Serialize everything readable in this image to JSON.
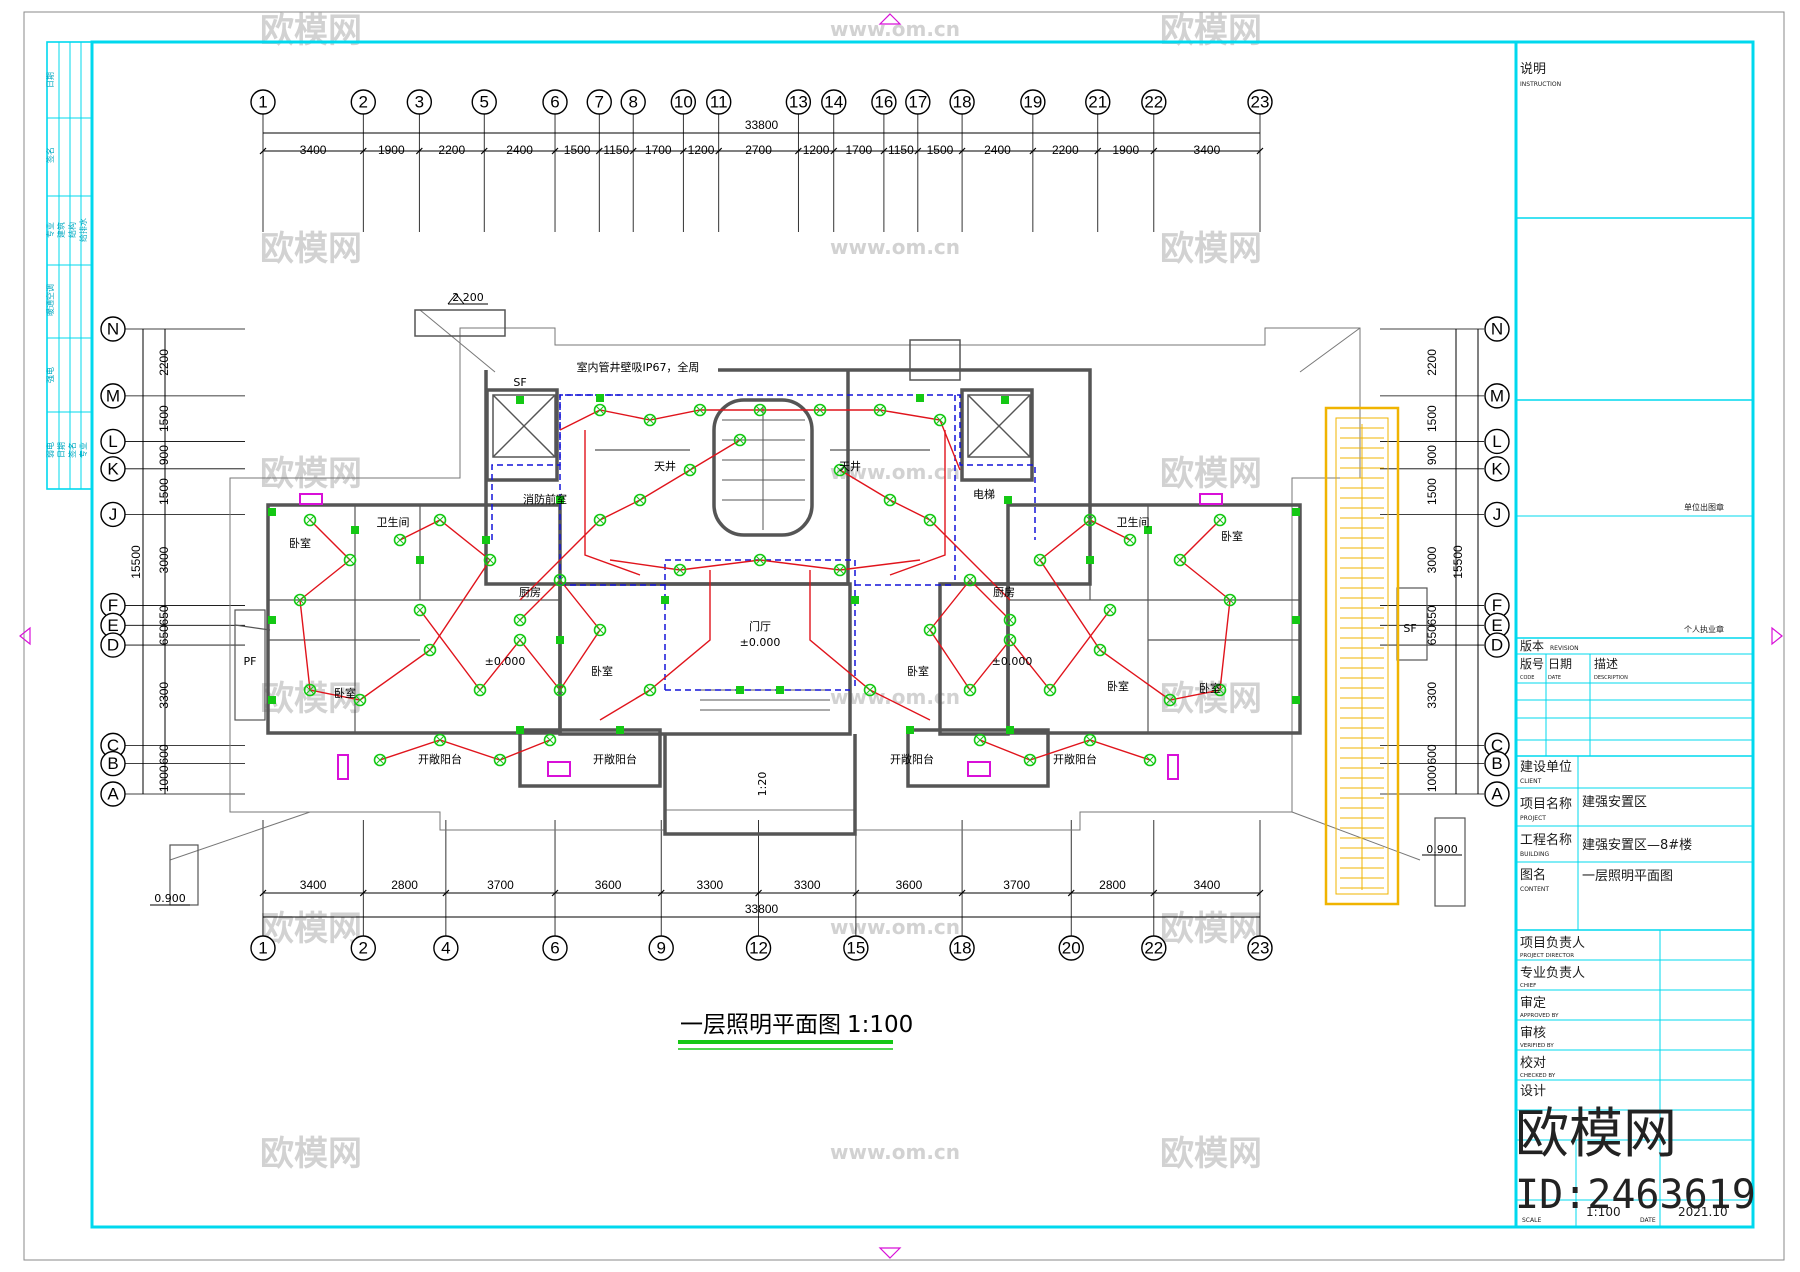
{
  "drawing": {
    "title": "一层照明平面图",
    "scale": "1:100",
    "total_dimension_top": "33800",
    "total_dimension_bottom": "33800"
  },
  "axes_top": [
    "1",
    "2",
    "3",
    "5",
    "6",
    "7",
    "8",
    "10",
    "11",
    "13",
    "14",
    "16",
    "17",
    "18",
    "19",
    "21",
    "22",
    "23"
  ],
  "axes_bottom": [
    "1",
    "2",
    "4",
    "6",
    "9",
    "12",
    "15",
    "18",
    "20",
    "22",
    "23"
  ],
  "axes_left": [
    "N",
    "M",
    "L",
    "K",
    "J",
    "F",
    "E",
    "D",
    "C",
    "B",
    "A"
  ],
  "axes_right": [
    "N",
    "M",
    "L",
    "K",
    "J",
    "F",
    "E",
    "D",
    "C",
    "B",
    "A"
  ],
  "dims_top": [
    "3400",
    "1900",
    "2200",
    "2400",
    "1500",
    "1150",
    "1700",
    "1200",
    "2700",
    "1200",
    "1700",
    "1150",
    "1500",
    "2400",
    "2200",
    "1900",
    "3400"
  ],
  "dims_bottom": [
    "3400",
    "2800",
    "3700",
    "3600",
    "3300",
    "3300",
    "3600",
    "3700",
    "2800",
    "3400"
  ],
  "dims_left": [
    "2200",
    "1500",
    "900",
    "1500",
    "3000",
    "650",
    "650",
    "3300",
    "600",
    "1000"
  ],
  "dims_left_total": "15500",
  "dims_right": [
    "2200",
    "1500",
    "900",
    "1500",
    "3000",
    "650",
    "650",
    "3300",
    "600",
    "1000"
  ],
  "dims_right_total": "15500",
  "levels": {
    "top_left": "2.200",
    "bottom_left": "0.900",
    "bottom_right": "0.900",
    "floor_left": "±0.000",
    "floor_center": "±0.000",
    "floor_right": "±0.000"
  },
  "rooms": {
    "bedroom": "卧室",
    "kitchen": "厨房",
    "balcony": "开敞阳台",
    "toilet": "卫生间",
    "hall": "门厅",
    "shaft": "天井",
    "fire_room": "消防前室",
    "elevator_room": "电梯",
    "note_top": "室内管井壁吸IP67，全周",
    "ramp": "1:20",
    "sf": "SF",
    "pf": "PF"
  },
  "left_strip": {
    "labels": [
      "日期",
      "签名",
      "专业",
      "建筑",
      "结构",
      "给排水",
      "暖通空调",
      "强电",
      "弱电",
      "日期",
      "签名",
      "专业"
    ]
  },
  "title_block": {
    "instruction_cn": "说明",
    "instruction_en": "INSTRUCTION",
    "unit_seal": "单位出图章",
    "personal_seal": "个人执业章",
    "revision_cn": "版本",
    "revision_en": "REVISION",
    "code_cn": "版号",
    "date_cn": "日期",
    "desc_cn": "描述",
    "code_en": "CODE",
    "date_en": "DATE",
    "desc_en": "DESCRIPTION",
    "client_cn": "建设单位",
    "client_en": "CLIENT",
    "project_cn": "项目名称",
    "project_en": "PROJECT",
    "project_value": "建强安置区",
    "building_cn": "工程名称",
    "building_en": "BUILDING",
    "building_value": "建强安置区—8#楼",
    "content_cn": "图名",
    "content_en": "CONTENT",
    "content_value": "一层照明平面图",
    "director_cn": "项目负责人",
    "director_en": "PROJECT DIRECTOR",
    "chief_cn": "专业负责人",
    "chief_en": "CHIEF",
    "approved_cn": "审定",
    "approved_en": "APPROVED BY",
    "verified_cn": "审核",
    "verified_en": "VERIFIED BY",
    "checked_cn": "校对",
    "checked_en": "CHECKED BY",
    "design_cn": "设计",
    "scale_en": "SCALE",
    "scale_value": "1:100",
    "date_value": "2021.10",
    "date_label_en": "DATE"
  },
  "watermark": {
    "brand": "欧模网",
    "url": "www.om.cn",
    "id": "ID:2463619"
  },
  "colors": {
    "frame": "#00d8ee",
    "wall": "#555555",
    "wire": "#e0141c",
    "fixture": "#14c814",
    "dashed": "#1414d8",
    "magenta": "#d810d8",
    "stair": "#f0b400"
  }
}
